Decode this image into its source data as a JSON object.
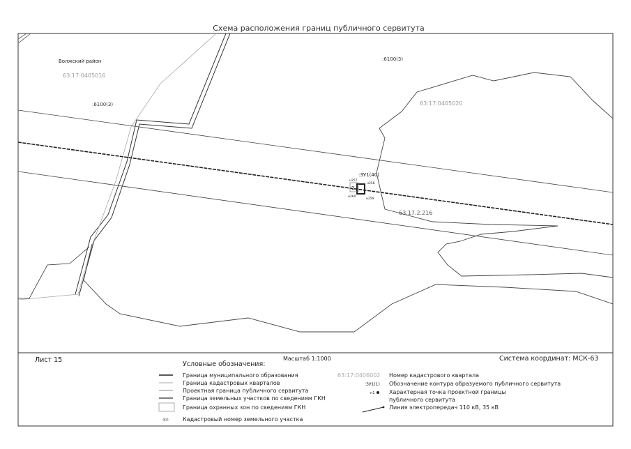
{
  "title": "Схема расположения границ публичного сервитута",
  "map_labels": {
    "district": "Волжский район",
    "quarter_left": "63:17:0405016",
    "quarter_right": "63:17:0405020",
    "zone_top": ":6100(3)",
    "zone_left": ":6100(3)",
    "zone_mid": "63.17.2.216",
    "servitude_label": ":ЗУ1(40)",
    "servitude_num": "2",
    "pts": [
      "н257",
      "н258",
      "н259",
      "н260"
    ]
  },
  "footer": {
    "sheet": "Лист 15",
    "scale": "Масштаб 1:1000",
    "coords": "Система координат: МСК-63"
  },
  "legend": {
    "heading": "Условные обозначения:",
    "left": [
      "Граница муниципального образования",
      "Граница кадастровых кварталов",
      "Проектная граница публичного сервитута",
      "Граница земельных участков по сведениям ГКН",
      "Граница охранных зон по сведениям ГКН",
      "Кадастровый номер земельного участка"
    ],
    "left_sample_num": ":80",
    "right_sample_quarter": "63:17:0406002",
    "right_sample_contour": ":ЗУ1(1)",
    "right_sample_point": "н1",
    "right": [
      "Номер кадастрового квартала",
      "Обозначение контура образуемого публичного сервитута",
      "Характерная точка проектной границы",
      "публичного сервитута",
      "Линия электропередач 110 кВ, 35 кВ"
    ]
  },
  "colors": {
    "frame": "#333333",
    "line": "#444444",
    "cad": "#a8a8a8",
    "servitude": "#333333"
  }
}
